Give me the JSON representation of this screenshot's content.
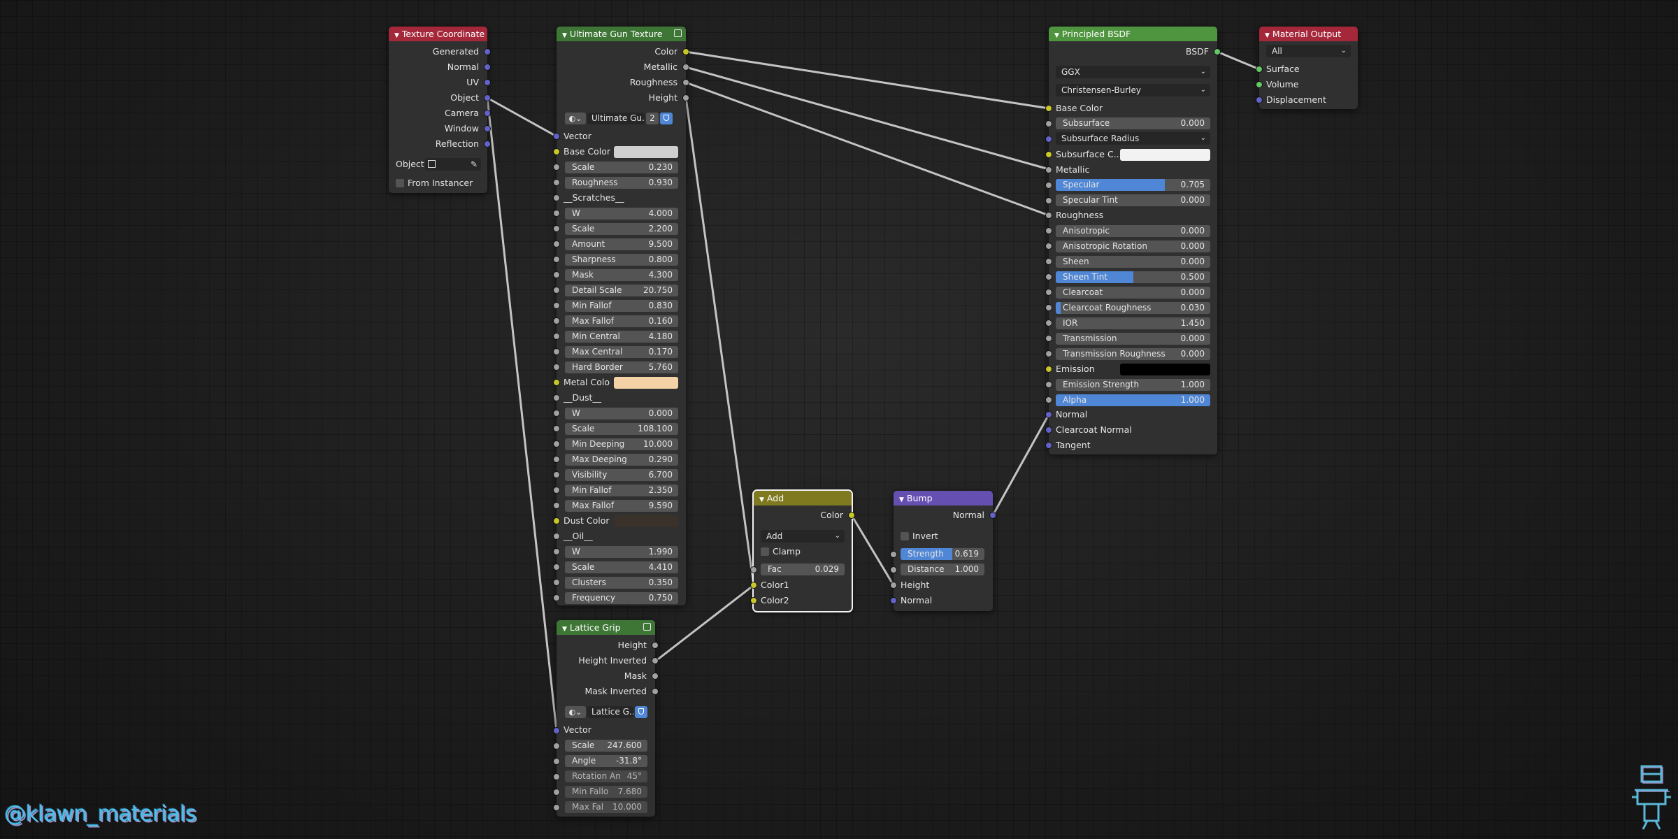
{
  "watermark": "@klawn_materials",
  "colors": {
    "socket_color": "#c7c729",
    "socket_float": "#a1a1a1",
    "socket_vector": "#6363c7",
    "socket_shader": "#63c763",
    "accent_blue": "#4f86d6"
  },
  "nodes": {
    "texture_coordinate": {
      "title": "Texture Coordinate",
      "outputs": [
        "Generated",
        "Normal",
        "UV",
        "Object",
        "Camera",
        "Window",
        "Reflection"
      ],
      "object_label": "Object:",
      "from_instancer": "From Instancer"
    },
    "ultimate_gun": {
      "title": "Ultimate Gun Texture",
      "outputs": [
        "Color",
        "Metallic",
        "Roughness",
        "Height"
      ],
      "image_name": "Ultimate Gu...",
      "image_users": "2",
      "vector": "Vector",
      "base_color": "Base Color",
      "scale": {
        "label": "Scale",
        "value": "0.230"
      },
      "roughness": {
        "label": "Roughness",
        "value": "0.930"
      },
      "scratches": "__Scratches__",
      "s_w": {
        "label": "W",
        "value": "4.000"
      },
      "s_scale": {
        "label": "Scale",
        "value": "2.200"
      },
      "s_amount": {
        "label": "Amount",
        "value": "9.500"
      },
      "s_sharpness": {
        "label": "Sharpness",
        "value": "0.800"
      },
      "s_mask": {
        "label": "Mask",
        "value": "4.300"
      },
      "s_detail": {
        "label": "Detail Scale",
        "value": "20.750"
      },
      "s_minfall": {
        "label": "Min Fallof",
        "value": "0.830"
      },
      "s_maxfall": {
        "label": "Max Fallof",
        "value": "0.160"
      },
      "s_mincen": {
        "label": "Min Central",
        "value": "4.180"
      },
      "s_maxcen": {
        "label": "Max Central",
        "value": "0.170"
      },
      "s_hard": {
        "label": "Hard Border",
        "value": "5.760"
      },
      "metal_color": "Metal Colo",
      "dust": "__Dust__",
      "d_w": {
        "label": "W",
        "value": "0.000"
      },
      "d_scale": {
        "label": "Scale",
        "value": "108.100"
      },
      "d_mindeep": {
        "label": "Min Deeping",
        "value": "10.000"
      },
      "d_maxdeep": {
        "label": "Max Deeping",
        "value": "0.290"
      },
      "d_vis": {
        "label": "Visibility",
        "value": "6.700"
      },
      "d_minfall": {
        "label": "Min Fallof",
        "value": "2.350"
      },
      "d_maxfall": {
        "label": "Max Fallof",
        "value": "9.590"
      },
      "dust_color": "Dust Color",
      "oil": "__Oil__",
      "o_w": {
        "label": "W",
        "value": "1.990"
      },
      "o_scale": {
        "label": "Scale",
        "value": "4.410"
      },
      "o_clusters": {
        "label": "Clusters",
        "value": "0.350"
      },
      "o_freq": {
        "label": "Frequency",
        "value": "0.750"
      }
    },
    "lattice_grip": {
      "title": "Lattice Grip",
      "outputs": [
        "Height",
        "Height Inverted",
        "Mask",
        "Mask Inverted"
      ],
      "image_name": "Lattice G...",
      "vector": "Vector",
      "scale": {
        "label": "Scale",
        "value": "247.600"
      },
      "angle": {
        "label": "Angle",
        "value": "-31.8°"
      },
      "rotation": {
        "label": "Rotation An",
        "value": "45°"
      },
      "minfallo": {
        "label": "Min Fallo",
        "value": "7.680"
      },
      "maxfal": {
        "label": "Max Fal",
        "value": "10.000"
      }
    },
    "add": {
      "title": "Add",
      "output": "Color",
      "mode": "Add",
      "clamp": "Clamp",
      "fac": {
        "label": "Fac",
        "value": "0.029"
      },
      "color1": "Color1",
      "color2": "Color2"
    },
    "bump": {
      "title": "Bump",
      "output": "Normal",
      "invert": "Invert",
      "strength": {
        "label": "Strength",
        "value": "0.619",
        "fill": 0.619
      },
      "distance": {
        "label": "Distance",
        "value": "1.000"
      },
      "height": "Height",
      "normal": "Normal"
    },
    "principled": {
      "title": "Principled BSDF",
      "output": "BSDF",
      "distribution": "GGX",
      "subsurface_method": "Christensen-Burley",
      "base_color": "Base Color",
      "subsurface": {
        "label": "Subsurface",
        "value": "0.000"
      },
      "subsurface_radius": "Subsurface Radius",
      "subsurface_color": "Subsurface C...",
      "metallic": "Metallic",
      "specular": {
        "label": "Specular",
        "value": "0.705",
        "fill": 0.705
      },
      "specular_tint": {
        "label": "Specular Tint",
        "value": "0.000"
      },
      "roughness": "Roughness",
      "anisotropic": {
        "label": "Anisotropic",
        "value": "0.000"
      },
      "aniso_rot": {
        "label": "Anisotropic Rotation",
        "value": "0.000"
      },
      "sheen": {
        "label": "Sheen",
        "value": "0.000"
      },
      "sheen_tint": {
        "label": "Sheen Tint",
        "value": "0.500",
        "fill": 0.5
      },
      "clearcoat": {
        "label": "Clearcoat",
        "value": "0.000"
      },
      "clearcoat_rough": {
        "label": "Clearcoat Roughness",
        "value": "0.030",
        "fill": 0.03
      },
      "ior": {
        "label": "IOR",
        "value": "1.450"
      },
      "transmission": {
        "label": "Transmission",
        "value": "0.000"
      },
      "transmission_rough": {
        "label": "Transmission Roughness",
        "value": "0.000"
      },
      "emission": "Emission",
      "emission_strength": {
        "label": "Emission Strength",
        "value": "1.000"
      },
      "alpha": {
        "label": "Alpha",
        "value": "1.000",
        "fill": 1.0
      },
      "normal": "Normal",
      "clearcoat_normal": "Clearcoat Normal",
      "tangent": "Tangent"
    },
    "material_output": {
      "title": "Material Output",
      "target": "All",
      "inputs": [
        "Surface",
        "Volume",
        "Displacement"
      ]
    }
  }
}
